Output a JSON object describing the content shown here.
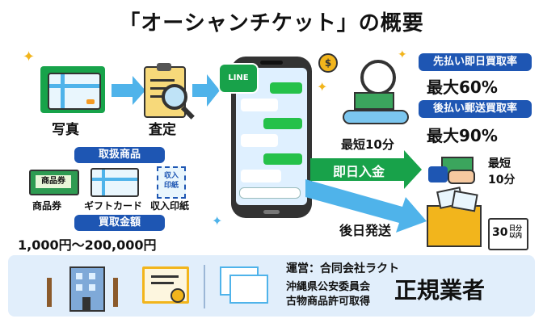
{
  "title": "「オーシャンチケット」の概要",
  "steps": {
    "photo": "写真",
    "assess": "査定"
  },
  "phone": {
    "app_icon": "LINE"
  },
  "handling": {
    "header": "取扱商品",
    "items": [
      {
        "label": "商品券",
        "card_text": "商品券"
      },
      {
        "label": "ギフトカード",
        "card_text": ""
      },
      {
        "label": "収入印紙",
        "card_text": "収入\n印紙"
      }
    ],
    "amount_header": "買取金額",
    "amount_range": "1,000円〜200,000円"
  },
  "prepay": {
    "header": "先払い即日買取率",
    "rate": "最大60%",
    "time": "最短10分"
  },
  "postpay": {
    "header": "後払い郵送買取率",
    "rate": "最大90%",
    "time_line1": "最短",
    "time_line2": "10分"
  },
  "flows": {
    "same_day": "即日入金",
    "later_ship": "後日発送"
  },
  "calendar": {
    "number": "30",
    "unit": "日分\n以内"
  },
  "company": {
    "operator": "運営：合同会社ラクト",
    "license_line1": "沖縄県公安委員会",
    "license_line2": "古物商品許可取得",
    "badge": "正規業者"
  },
  "colors": {
    "primary": "#1e56b3",
    "green": "#18a24a",
    "light_blue": "#4fb3ea",
    "band": "#e1eefb",
    "gold": "#f2b51c"
  }
}
